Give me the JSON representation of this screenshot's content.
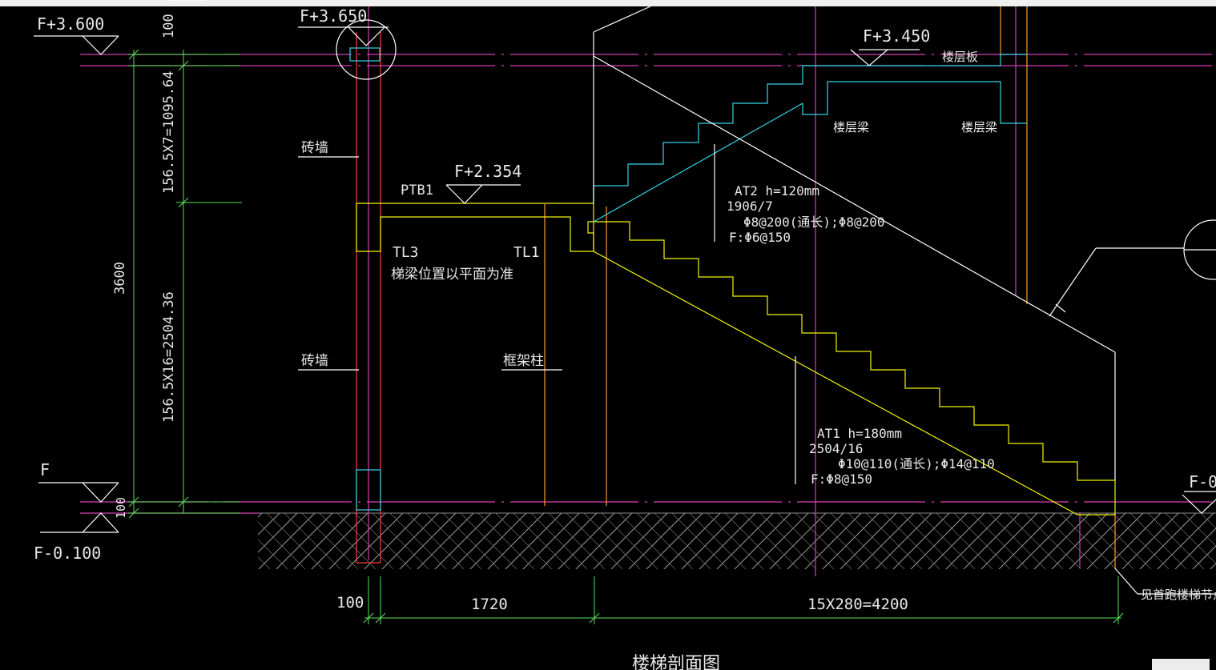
{
  "drawing": {
    "title": "楼梯剖面图",
    "levels": {
      "f3600": "F+3.600",
      "f3650": "F+3.650",
      "f3450": "F+3.450",
      "f2354": "F+2.354",
      "f": "F",
      "fm0100": "F-0.100",
      "f_right": "F-0."
    },
    "dims": {
      "d100_top": "100",
      "d1095": "156.5X7=1095.64",
      "d3600": "3600",
      "d2504": "156.5X16=2504.36",
      "d100_bottom": "100",
      "d100_left": "100",
      "d1720": "1720",
      "d4200": "15X280=4200"
    },
    "labels": {
      "brick_wall_1": "砖墙",
      "brick_wall_2": "砖墙",
      "ptb1": "PTB1",
      "tl3": "TL3",
      "tl3_note": "梯梁位置以平面为准",
      "tl1": "TL1",
      "frame_col": "框架柱",
      "floor_slab": "楼层板",
      "floor_beam_1": "楼层梁",
      "floor_beam_2": "楼层梁",
      "node_note": "见首跑楼梯节点详"
    },
    "at2": {
      "line1": "AT2  h=120mm",
      "line2": "1906/7",
      "line3": "Φ8@200(通长);Φ8@200",
      "line4": "F:Φ6@150"
    },
    "at1": {
      "line1": "AT1  h=180mm",
      "line2": "2504/16",
      "line3": "Φ10@110(通长);Φ14@110",
      "line4": "F:Φ8@150"
    },
    "colors": {
      "background": "#000000",
      "text": "#e8e8e8",
      "yellow": "#f2f200",
      "cyan": "#33d4e6",
      "magenta": "#d63cb4",
      "red": "#ff3b3b",
      "orange": "#ff9a2e",
      "green": "#5ae25a"
    }
  }
}
